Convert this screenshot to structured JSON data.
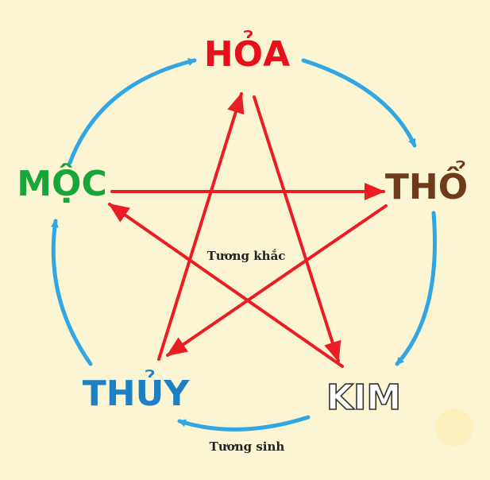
{
  "elements": {
    "hoa": {
      "label": "HỎA",
      "color": "#e8101a"
    },
    "tho": {
      "label": "THỔ",
      "color": "#6e3a1a"
    },
    "kim": {
      "label": "KIM",
      "color": "#ffffff",
      "outline": "#333333"
    },
    "thuy": {
      "label": "THỦY",
      "color": "#1d7fc4"
    },
    "moc": {
      "label": "MỘC",
      "color": "#18a53a"
    }
  },
  "labels": {
    "khac": "Tương khắc",
    "sinh": "Tương sinh"
  },
  "colors": {
    "background": "#fbf5d3",
    "sinh_arrow": "#32a6e2",
    "khac_arrow": "#ea1c24"
  },
  "relations": {
    "sinh": [
      [
        "moc",
        "hoa"
      ],
      [
        "hoa",
        "tho"
      ],
      [
        "tho",
        "kim"
      ],
      [
        "kim",
        "thuy"
      ],
      [
        "thuy",
        "moc"
      ]
    ],
    "khac": [
      [
        "moc",
        "tho"
      ],
      [
        "tho",
        "thuy"
      ],
      [
        "thuy",
        "hoa"
      ],
      [
        "hoa",
        "kim"
      ],
      [
        "kim",
        "moc"
      ]
    ]
  }
}
